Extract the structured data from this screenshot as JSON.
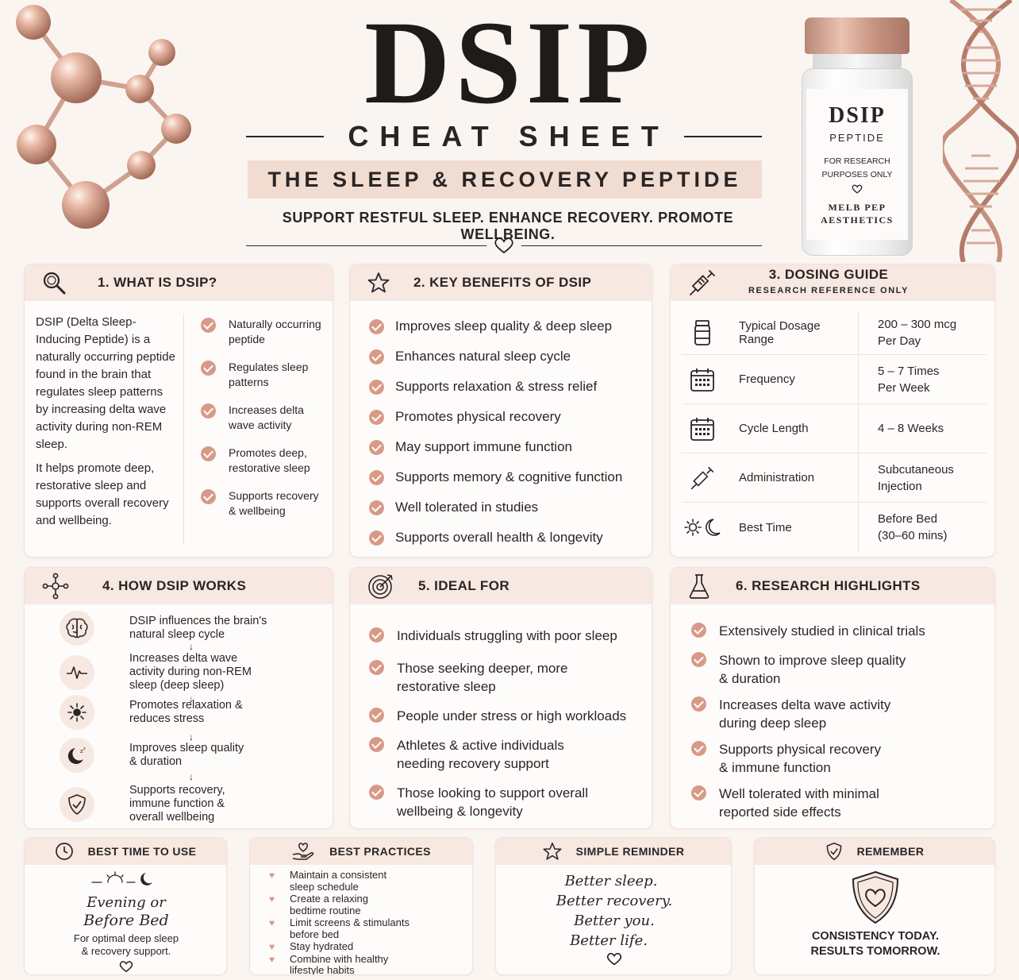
{
  "header": {
    "title": "DSIP",
    "subtitle": "CHEAT SHEET",
    "tagline": "THE SLEEP & RECOVERY PEPTIDE",
    "slogan": "SUPPORT RESTFUL SLEEP. ENHANCE RECOVERY. PROMOTE WELLBEING."
  },
  "vial": {
    "name": "DSIP",
    "type": "PEPTIDE",
    "note_line1": "FOR RESEARCH",
    "note_line2": "PURPOSES ONLY",
    "brand_line1": "MELB PEP",
    "brand_line2": "AESTHETICS"
  },
  "colors": {
    "accent": "#d89a86",
    "band": "#f1dcd2",
    "card_head": "#f7e8e1",
    "text": "#2a2525"
  },
  "what_is": {
    "title": "1. WHAT IS DSIP?",
    "icon": "search-icon",
    "para1": "DSIP (Delta Sleep-Inducing Peptide) is a naturally occurring peptide found in the brain that regulates sleep patterns by increasing delta wave activity during non-REM sleep.",
    "para2": "It helps promote deep, restorative sleep and supports overall recovery and wellbeing.",
    "points": [
      "Naturally occurring peptide",
      "Regulates sleep patterns",
      "Increases delta wave activity",
      "Promotes deep, restorative sleep",
      "Supports recovery & wellbeing"
    ]
  },
  "benefits": {
    "title": "2. KEY BENEFITS OF DSIP",
    "icon": "star-icon",
    "items": [
      "Improves sleep quality & deep sleep",
      "Enhances natural sleep cycle",
      "Supports relaxation & stress relief",
      "Promotes physical recovery",
      "May support immune function",
      "Supports memory & cognitive function",
      "Well tolerated in studies",
      "Supports overall health & longevity"
    ]
  },
  "dosing": {
    "title": "3. DOSING GUIDE",
    "subtitle": "RESEARCH REFERENCE ONLY",
    "icon": "syringe-icon",
    "rows": [
      {
        "icon": "vial-icon",
        "label": "Typical Dosage Range",
        "value_line1": "200 – 300 mcg",
        "value_line2": "Per Day"
      },
      {
        "icon": "calendar-icon",
        "label": "Frequency",
        "value_line1": "5 – 7 Times",
        "value_line2": "Per Week"
      },
      {
        "icon": "calendar-icon",
        "label": "Cycle Length",
        "value_line1": "4 – 8 Weeks",
        "value_line2": ""
      },
      {
        "icon": "syringe-icon",
        "label": "Administration",
        "value_line1": "Subcutaneous",
        "value_line2": "Injection"
      },
      {
        "icon": "sun-moon-icon",
        "label": "Best Time",
        "value_line1": "Before Bed",
        "value_line2": "(30–60 mins)"
      }
    ]
  },
  "how": {
    "title": "4. HOW DSIP WORKS",
    "icon": "network-icon",
    "steps": [
      {
        "icon": "brain-icon",
        "line1": "DSIP influences the brain's",
        "line2": "natural sleep cycle",
        "line3": ""
      },
      {
        "icon": "pulse-icon",
        "line1": "Increases delta wave",
        "line2": "activity during non-REM",
        "line3": "sleep (deep sleep)"
      },
      {
        "icon": "calm-icon",
        "line1": "Promotes relaxation &",
        "line2": "reduces stress",
        "line3": ""
      },
      {
        "icon": "moon-sleep-icon",
        "line1": "Improves sleep quality",
        "line2": "& duration",
        "line3": ""
      },
      {
        "icon": "shield-check-icon",
        "line1": "Supports recovery,",
        "line2": "immune function &",
        "line3": "overall wellbeing"
      }
    ]
  },
  "ideal": {
    "title": "5. IDEAL FOR",
    "icon": "target-icon",
    "items": [
      {
        "line1": "Individuals struggling with poor sleep",
        "line2": ""
      },
      {
        "line1": "Those seeking deeper, more",
        "line2": "restorative sleep"
      },
      {
        "line1": "People under stress or high workloads",
        "line2": ""
      },
      {
        "line1": "Athletes & active individuals",
        "line2": "needing recovery support"
      },
      {
        "line1": "Those looking to support overall",
        "line2": "wellbeing & longevity"
      }
    ]
  },
  "research": {
    "title": "6. RESEARCH HIGHLIGHTS",
    "icon": "flask-icon",
    "items": [
      {
        "line1": "Extensively studied in clinical trials",
        "line2": ""
      },
      {
        "line1": "Shown to improve sleep quality",
        "line2": "& duration"
      },
      {
        "line1": "Increases delta wave activity",
        "line2": "during deep sleep"
      },
      {
        "line1": "Supports physical recovery",
        "line2": "& immune function"
      },
      {
        "line1": "Well tolerated with minimal",
        "line2": "reported side effects"
      }
    ]
  },
  "best_time": {
    "title": "BEST TIME TO USE",
    "icon": "clock-icon",
    "script_line1": "Evening or",
    "script_line2": "Before Bed",
    "note_line1": "For optimal deep sleep",
    "note_line2": "& recovery support."
  },
  "best_practices": {
    "title": "BEST PRACTICES",
    "icon": "hand-heart-icon",
    "items": [
      {
        "line1": "Maintain a consistent",
        "line2": "sleep schedule"
      },
      {
        "line1": "Create a relaxing",
        "line2": "bedtime routine"
      },
      {
        "line1": "Limit screens & stimulants",
        "line2": "before bed"
      },
      {
        "line1": "Stay hydrated",
        "line2": ""
      },
      {
        "line1": "Combine with healthy",
        "line2": "lifestyle habits"
      }
    ]
  },
  "reminder": {
    "title": "SIMPLE REMINDER",
    "icon": "star-icon",
    "lines": [
      "Better sleep.",
      "Better recovery.",
      "Better you.",
      "Better life."
    ]
  },
  "remember": {
    "title": "REMEMBER",
    "icon": "shield-heart-icon",
    "line1": "CONSISTENCY TODAY.",
    "line2": "RESULTS TOMORROW."
  }
}
